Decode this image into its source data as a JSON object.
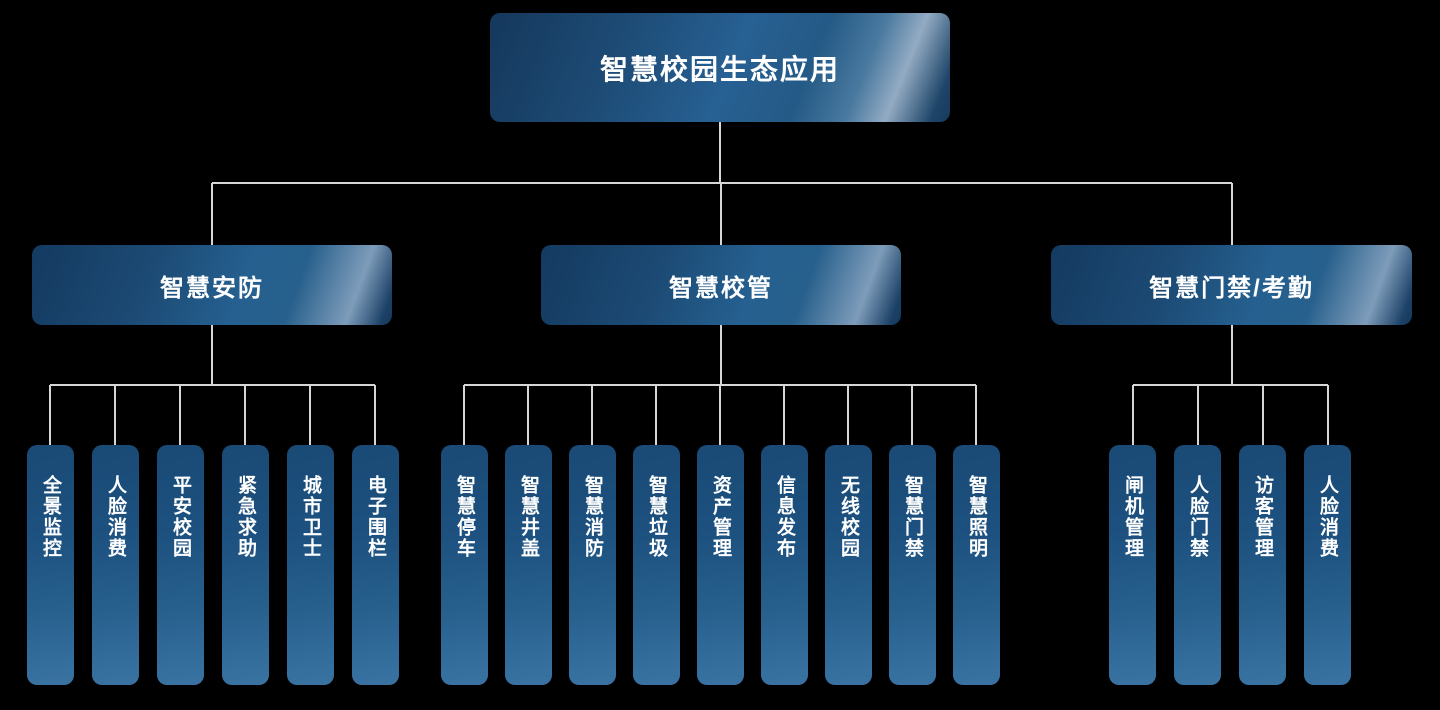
{
  "chart": {
    "root": {
      "label": "智慧校园生态应用"
    },
    "groups": [
      {
        "label": "智慧安防",
        "children": [
          "全景监控",
          "人脸消费",
          "平安校园",
          "紧急求助",
          "城市卫士",
          "电子围栏"
        ]
      },
      {
        "label": "智慧校管",
        "children": [
          "智慧停车",
          "智慧井盖",
          "智慧消防",
          "智慧垃圾",
          "资产管理",
          "信息发布",
          "无线校园",
          "智慧门禁",
          "智慧照明"
        ]
      },
      {
        "label": "智慧门禁/考勤",
        "children": [
          "闸机管理",
          "人脸门禁",
          "访客管理",
          "人脸消费"
        ]
      }
    ],
    "colors": {
      "background": "#000000",
      "connector": "#d6d6d6",
      "node_dark_blue": "#14375c",
      "node_mid_blue": "#2a6292",
      "node_sheen": "#8aa5bf",
      "leaf_top_blue": "#1a4a75",
      "leaf_bottom_blue": "#3a73a2",
      "text": "#ffffff"
    }
  }
}
